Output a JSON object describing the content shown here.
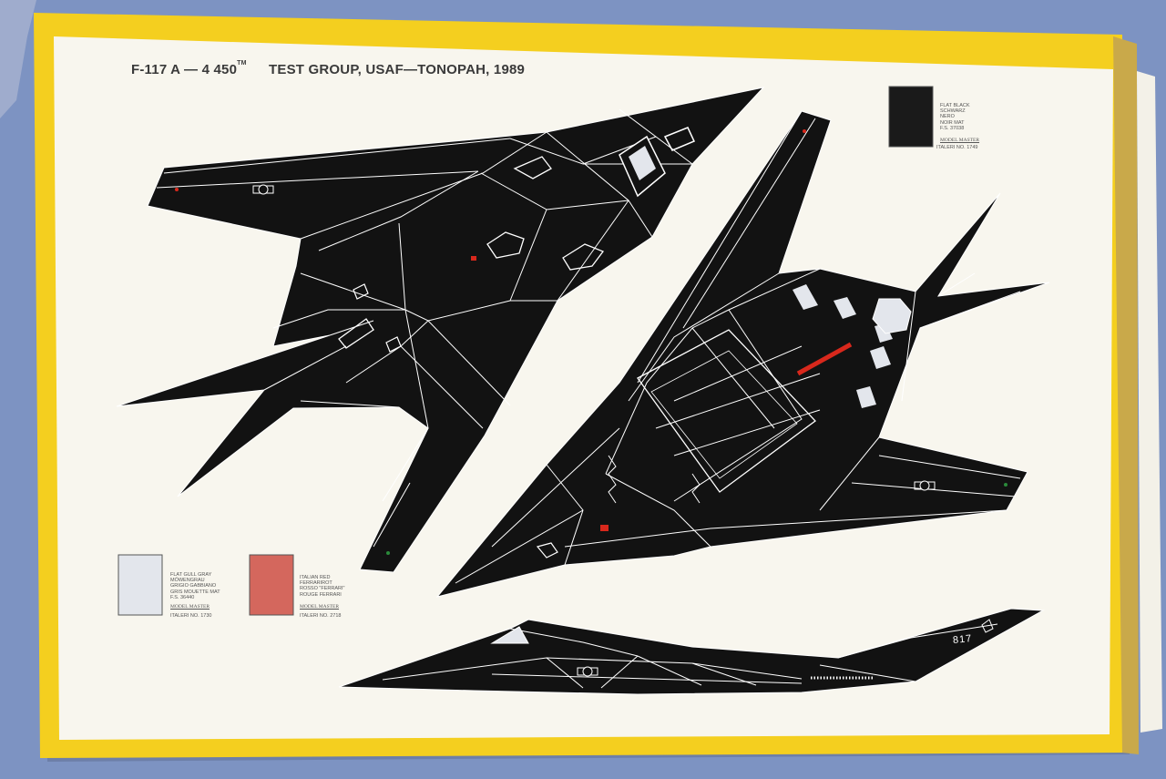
{
  "instruction_sheet": {
    "model_designation": "F-117 A — 4 450",
    "trademark_mark": "TM",
    "unit_and_year": "TEST GROUP, USAF—TONOPAH, 1989"
  },
  "paint_swatches": [
    {
      "id": "flat-black",
      "color": "#1a1a1a",
      "names": [
        "FLAT BLACK",
        "SCHWARZ",
        "NERO",
        "NOIR MAT",
        "F.S. 37038"
      ],
      "brand": "MODEL MASTER",
      "reference": "ITALERI NO. 1749"
    },
    {
      "id": "flat-gull-gray",
      "color": "#e3e6ec",
      "names": [
        "FLAT GULL GRAY",
        "MÖWENGRAU",
        "GRIGIO GABBIANO",
        "GRIS MOUETTE MAT",
        "F.S. 36440"
      ],
      "brand": "MODEL MASTER",
      "reference": "ITALERI NO. 1730"
    },
    {
      "id": "italian-red",
      "color": "#d4675d",
      "names": [
        "ITALIAN RED",
        "FERRARIROT",
        "ROSSO \"FERRARI\"",
        "ROUGE FERRARI"
      ],
      "brand": "MODEL MASTER",
      "reference": "ITALERI NO. 2718"
    }
  ],
  "aircraft_markings": {
    "tail_number": "817"
  },
  "colors": {
    "box_yellow": "#f4cf1f",
    "sheet_white": "#f8f6ee",
    "aircraft_black": "#121212",
    "panel_lines": "#ffffff",
    "background_blue": "#7d93c2",
    "highlight_red": "#d8281c"
  }
}
